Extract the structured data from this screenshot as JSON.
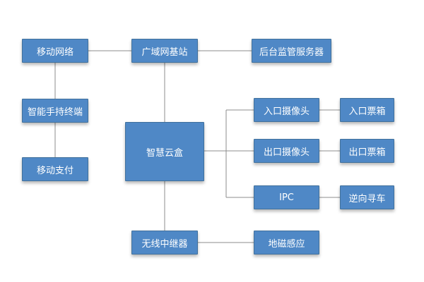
{
  "nodes": {
    "mobile_network": "移动网络",
    "wan_base_station": "广域网基站",
    "backend_server": "后台监管服务器",
    "handheld_terminal": "智能手持终端",
    "mobile_payment": "移动支付",
    "smart_cloud_box": "智慧云盒",
    "entrance_camera": "入口摄像头",
    "entrance_ticket_box": "入口票箱",
    "exit_camera": "出口摄像头",
    "exit_ticket_box": "出口票箱",
    "ipc": "IPC",
    "reverse_car_search": "逆向寻车",
    "wireless_repeater": "无线中继器",
    "geomagnetic_sensor": "地磁感应"
  },
  "colors": {
    "box_fill": "#4f88c6",
    "box_border": "#41719c",
    "connector": "#8c8c8c",
    "text": "#ffffff"
  }
}
